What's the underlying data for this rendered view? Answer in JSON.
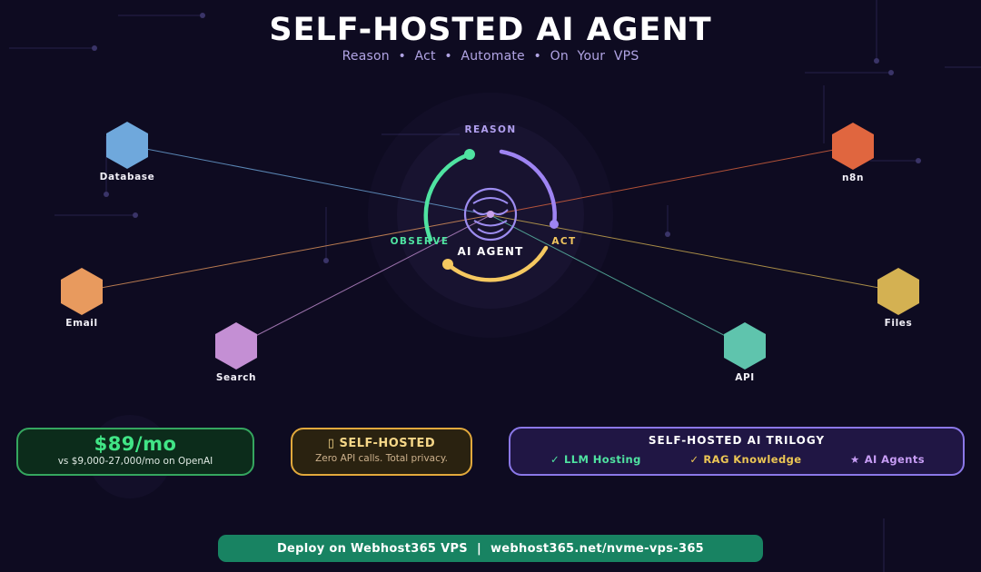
{
  "header": {
    "title": "SELF-HOSTED AI AGENT",
    "subtitle": "Reason • Act • Automate • On Your VPS"
  },
  "diagram": {
    "center_label": "AI AGENT",
    "core_color": "#9d8cf0",
    "center_dot_color": "#c9a2ea",
    "phases": {
      "reason": {
        "label": "REASON",
        "label_color": "#b2a0f0",
        "arc_color": "#9e84f2"
      },
      "observe": {
        "label": "OBSERVE",
        "label_color": "#4fe3a1",
        "arc_color": "#4fe3a1"
      },
      "act": {
        "label": "ACT",
        "label_color": "#f3c75f",
        "arc_color": "#f5c860"
      }
    },
    "nodes": [
      {
        "label": "Database",
        "color": "#6fa8dc"
      },
      {
        "label": "n8n",
        "color": "#e0663f"
      },
      {
        "label": "Email",
        "color": "#e89a5e"
      },
      {
        "label": "Search",
        "color": "#c48fd4"
      },
      {
        "label": "API",
        "color": "#5fc4ad"
      },
      {
        "label": "Files",
        "color": "#d4b152"
      }
    ]
  },
  "cards": {
    "price": {
      "amount": "$89/mo",
      "note": "vs $9,000-27,000/mo on OpenAI",
      "accent": "#41e586",
      "border": "#35a65f",
      "note_color": "#dfe9e3"
    },
    "hosted": {
      "icon_glyph": "▯",
      "title": "SELF-HOSTED",
      "note": "Zero API calls. Total privacy.",
      "border": "#e2a93c",
      "title_color": "#f6d788",
      "note_color": "#cdb18c"
    },
    "trilogy": {
      "title": "SELF-HOSTED AI TRILOGY",
      "border": "#8b78e8",
      "items": [
        {
          "glyph": "✓",
          "label": "LLM Hosting",
          "color": "#4fe3a1"
        },
        {
          "glyph": "✓",
          "label": "RAG Knowledge",
          "color": "#ecc654"
        },
        {
          "glyph": "★",
          "label": "AI Agents",
          "color": "#c79df5"
        }
      ]
    }
  },
  "footer": {
    "label": "Deploy on Webhost365 VPS",
    "separator": "|",
    "url": "webhost365.net/nvme-vps-365",
    "bg": "#188362"
  }
}
